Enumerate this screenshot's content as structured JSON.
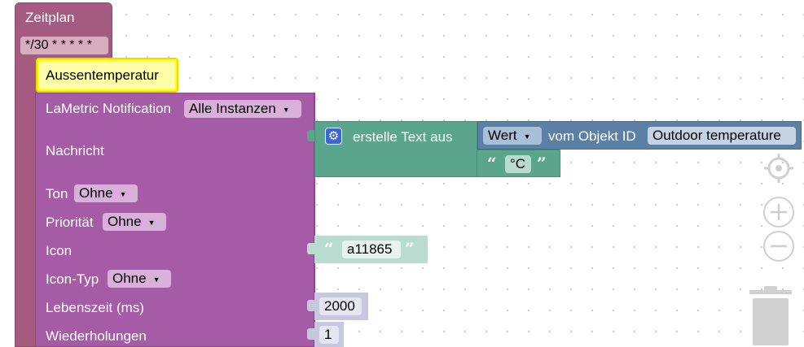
{
  "schedule_block": {
    "title": "Zeitplan",
    "cron": "*/30 * * * * *"
  },
  "comment_block": {
    "label": "Aussentemperatur"
  },
  "lametric_block": {
    "title": "LaMetric Notification",
    "instance_value": "Alle Instanzen",
    "message_label": "Nachricht",
    "sound_label": "Ton",
    "sound_value": "Ohne",
    "priority_label": "Priorität",
    "priority_value": "Ohne",
    "icon_label": "Icon",
    "icon_type_label": "Icon-Typ",
    "icon_type_value": "Ohne",
    "lifetime_label": "Lebenszeit (ms)",
    "repeat_label": "Wiederholungen"
  },
  "text_join_block": {
    "label": "erstelle Text aus"
  },
  "value_block": {
    "mode": "Wert",
    "middle": "vom Objekt ID",
    "object": "Outdoor temperature"
  },
  "unit_text_block": {
    "value": "°C"
  },
  "icon_text_block": {
    "value": "a11865"
  },
  "lifetime_number_block": {
    "value": "2000"
  },
  "repeat_number_block": {
    "value": "1"
  },
  "quotes": {
    "open": "“",
    "close": "”"
  },
  "controls": {
    "recenter_icon": "target-icon",
    "zoom_in_icon": "plus-icon",
    "zoom_out_icon": "minus-icon",
    "trash_icon": "trash-icon"
  },
  "colors": {
    "schedule": "#a55b80",
    "comment": "#ffff00",
    "lametric": "#a55ba5",
    "text_block": "#5ba58c",
    "value_block": "#5b80a5",
    "number": "#c7c7e0",
    "text_light": "#b8ddd0"
  }
}
